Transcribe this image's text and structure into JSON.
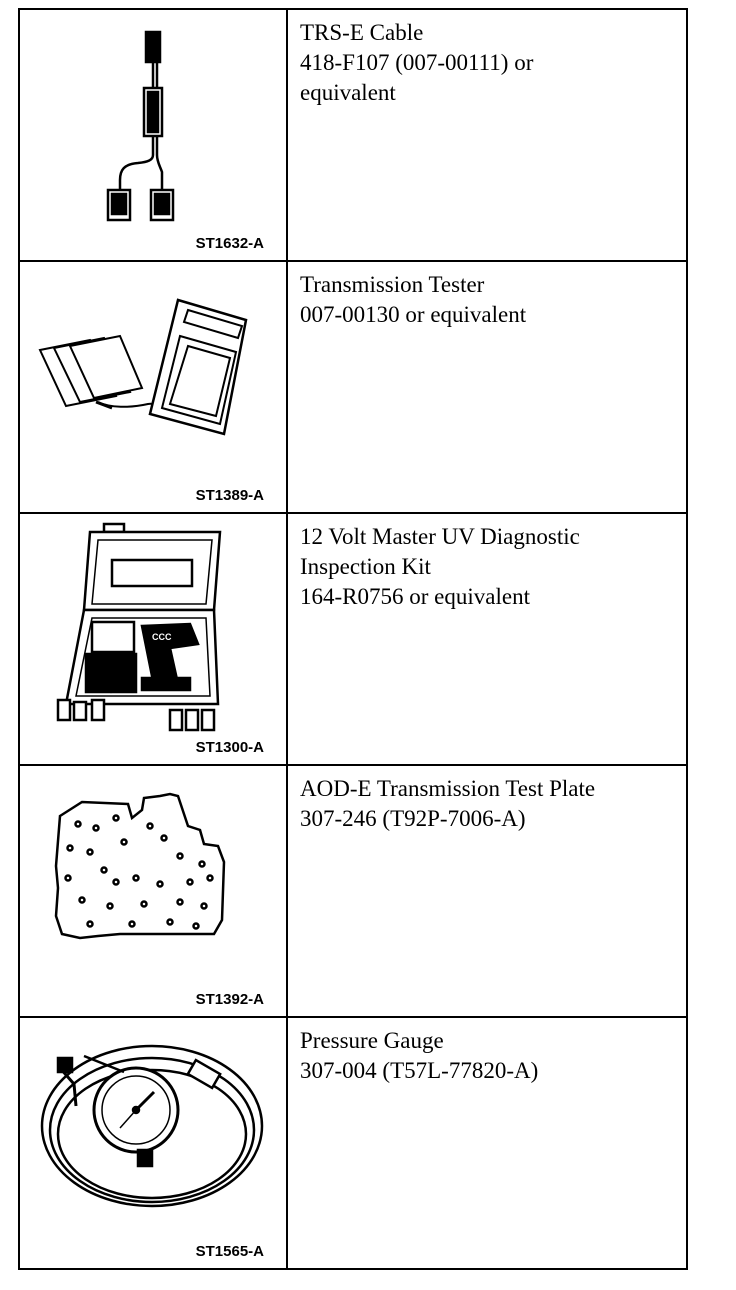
{
  "tools": [
    {
      "ref_code": "ST1632-A",
      "icon": "cable-icon",
      "lines": [
        "TRS-E Cable",
        "418-F107 (007-00111) or",
        "equivalent"
      ]
    },
    {
      "ref_code": "ST1389-A",
      "icon": "tester-icon",
      "lines": [
        "Transmission Tester",
        "007-00130 or equivalent"
      ]
    },
    {
      "ref_code": "ST1300-A",
      "icon": "uv-kit-icon",
      "lines": [
        "12 Volt Master UV Diagnostic",
        "Inspection Kit",
        "164-R0756 or equivalent"
      ]
    },
    {
      "ref_code": "ST1392-A",
      "icon": "test-plate-icon",
      "lines": [
        "AOD-E Transmission Test Plate",
        "307-246 (T92P-7006-A)"
      ]
    },
    {
      "ref_code": "ST1565-A",
      "icon": "pressure-gauge-icon",
      "lines": [
        "Pressure Gauge",
        "307-004 (T57L-77820-A)"
      ]
    }
  ]
}
